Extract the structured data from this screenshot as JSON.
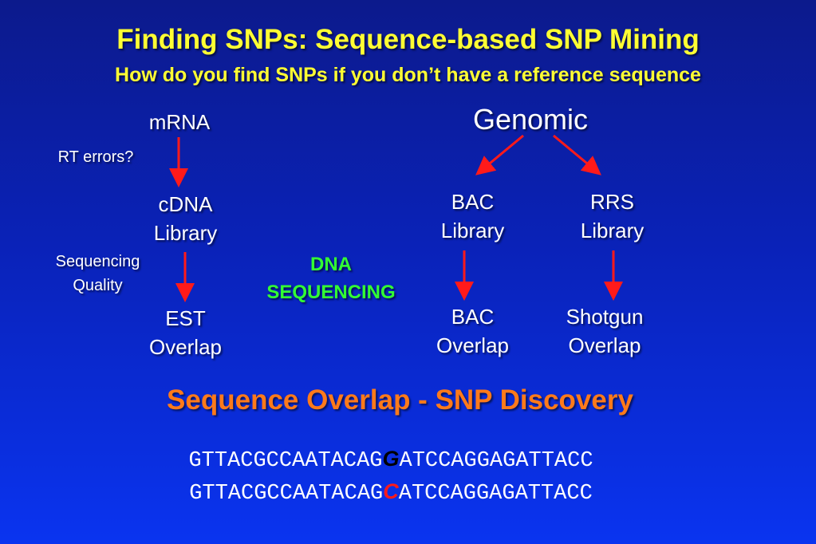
{
  "title": "Finding SNPs:  Sequence-based SNP Mining",
  "subtitle": "How do you find SNPs if you don’t have a reference sequence",
  "left_branch": {
    "top": "mRNA",
    "note1": "RT errors?",
    "middle_line1": "cDNA",
    "middle_line2": "Library",
    "note2_line1": "Sequencing",
    "note2_line2": "Quality",
    "bottom_line1": "EST",
    "bottom_line2": "Overlap"
  },
  "center_label": {
    "line1": "DNA",
    "line2": "SEQUENCING"
  },
  "right_branch": {
    "top": "Genomic",
    "bac_line1": "BAC",
    "bac_line2": "Library",
    "rrs_line1": "RRS",
    "rrs_line2": "Library",
    "bac_overlap_line1": "BAC",
    "bac_overlap_line2": "Overlap",
    "shotgun_line1": "Shotgun",
    "shotgun_line2": "Overlap"
  },
  "section_title": "Sequence Overlap - SNP Discovery",
  "sequences": [
    {
      "prefix": "GTTACGCCAATACAG",
      "snp": "G",
      "suffix": "ATCCAGGAGATTACC",
      "snp_color": "#000000"
    },
    {
      "prefix": "GTTACGCCAATACAG",
      "snp": "C",
      "suffix": "ATCCAGGAGATTACC",
      "snp_color": "#ff1a1a"
    }
  ],
  "colors": {
    "title": "#ffff33",
    "dna_sequencing": "#33ff33",
    "section_title": "#ff7a1a",
    "arrow": "#ff1a1a"
  }
}
